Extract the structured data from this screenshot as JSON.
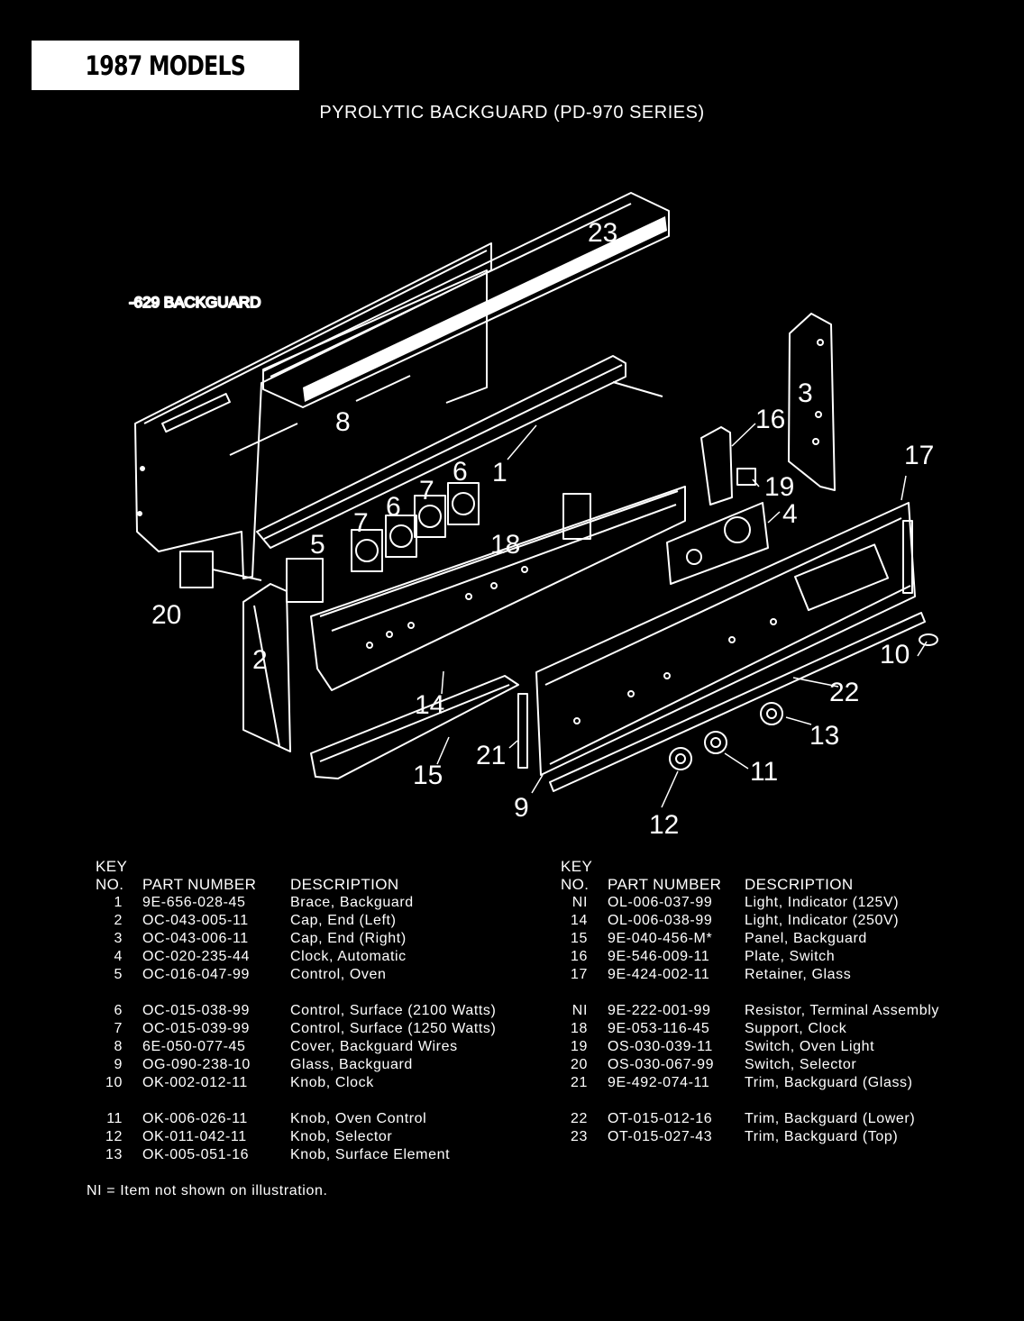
{
  "banner": "1987 MODELS",
  "title": "PYROLYTIC BACKGUARD (PD-970 SERIES)",
  "diagram": {
    "sublabel": "-629 BACKGUARD",
    "callouts": [
      "23",
      "8",
      "1",
      "16",
      "3",
      "17",
      "6",
      "7",
      "6",
      "7",
      "19",
      "5",
      "18",
      "4",
      "20",
      "2",
      "10",
      "22",
      "14",
      "13",
      "21",
      "15",
      "11",
      "9",
      "12"
    ]
  },
  "table": {
    "headers": {
      "key_top": "KEY",
      "key_bottom": "NO.",
      "part": "PART NUMBER",
      "desc": "DESCRIPTION"
    },
    "left": [
      {
        "key": "1",
        "part": "9E-656-028-45",
        "desc": "Brace, Backguard"
      },
      {
        "key": "2",
        "part": "OC-043-005-11",
        "desc": "Cap, End (Left)"
      },
      {
        "key": "3",
        "part": "OC-043-006-11",
        "desc": "Cap, End (Right)"
      },
      {
        "key": "4",
        "part": "OC-020-235-44",
        "desc": "Clock, Automatic"
      },
      {
        "key": "5",
        "part": "OC-016-047-99",
        "desc": "Control, Oven"
      },
      {
        "key": "6",
        "part": "OC-015-038-99",
        "desc": "Control, Surface (2100 Watts)"
      },
      {
        "key": "7",
        "part": "OC-015-039-99",
        "desc": "Control, Surface (1250 Watts)"
      },
      {
        "key": "8",
        "part": "6E-050-077-45",
        "desc": "Cover, Backguard Wires"
      },
      {
        "key": "9",
        "part": "OG-090-238-10",
        "desc": "Glass, Backguard"
      },
      {
        "key": "10",
        "part": "OK-002-012-11",
        "desc": "Knob, Clock"
      },
      {
        "key": "11",
        "part": "OK-006-026-11",
        "desc": "Knob, Oven Control"
      },
      {
        "key": "12",
        "part": "OK-011-042-11",
        "desc": "Knob, Selector"
      },
      {
        "key": "13",
        "part": "OK-005-051-16",
        "desc": "Knob, Surface Element"
      }
    ],
    "right": [
      {
        "key": "NI",
        "part": "OL-006-037-99",
        "desc": "Light, Indicator (125V)"
      },
      {
        "key": "14",
        "part": "OL-006-038-99",
        "desc": "Light, Indicator (250V)"
      },
      {
        "key": "15",
        "part": "9E-040-456-M*",
        "desc": "Panel, Backguard"
      },
      {
        "key": "16",
        "part": "9E-546-009-11",
        "desc": "Plate, Switch"
      },
      {
        "key": "17",
        "part": "9E-424-002-11",
        "desc": "Retainer, Glass"
      },
      {
        "key": "NI",
        "part": "9E-222-001-99",
        "desc": "Resistor, Terminal Assembly"
      },
      {
        "key": "18",
        "part": "9E-053-116-45",
        "desc": "Support, Clock"
      },
      {
        "key": "19",
        "part": "OS-030-039-11",
        "desc": "Switch, Oven Light"
      },
      {
        "key": "20",
        "part": "OS-030-067-99",
        "desc": "Switch, Selector"
      },
      {
        "key": "21",
        "part": "9E-492-074-11",
        "desc": "Trim, Backguard (Glass)"
      },
      {
        "key": "22",
        "part": "OT-015-012-16",
        "desc": "Trim, Backguard (Lower)"
      },
      {
        "key": "23",
        "part": "OT-015-027-43",
        "desc": "Trim, Backguard (Top)"
      }
    ]
  },
  "note": "NI = Item not shown on illustration."
}
